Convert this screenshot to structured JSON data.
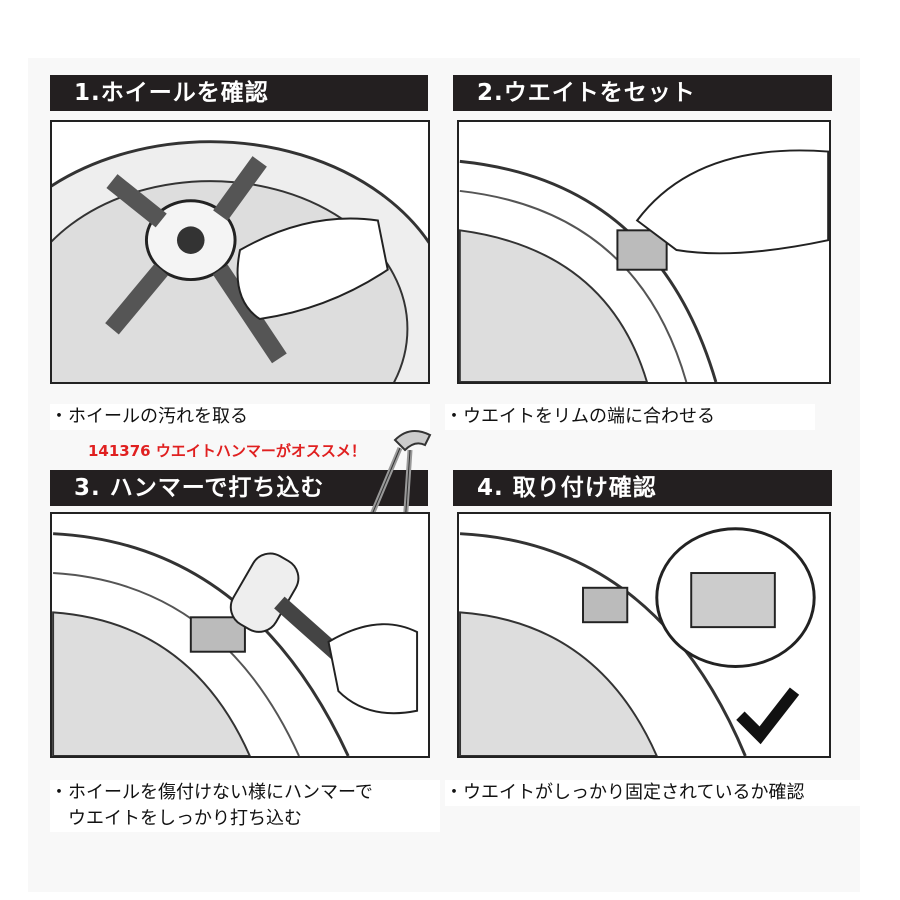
{
  "steps": [
    {
      "title": "1.ホイールを確認",
      "caption": "・ホイールの汚れを取る"
    },
    {
      "title": "2.ウエイトをセット",
      "caption": "・ウエイトをリムの端に合わせる"
    },
    {
      "title": "3. ハンマーで打ち込む",
      "caption_line1": "・ホイールを傷付けない様にハンマーで",
      "caption_line2": "　ウエイトをしっかり打ち込む"
    },
    {
      "title": "4. 取り付け確認",
      "caption": "・ウエイトがしっかり固定されているか確認"
    }
  ],
  "promo": "141376 ウエイトハンマーがオススメ！",
  "colors": {
    "header": "#231f20",
    "promo": "#e02020"
  }
}
